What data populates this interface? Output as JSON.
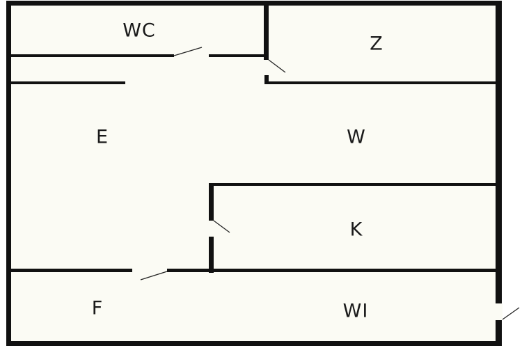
{
  "plan": {
    "background_color": "#ffffff",
    "floor_color": "#fbfbf4",
    "wall_color": "#111111",
    "rooms": [
      {
        "id": "wc",
        "label": "WC"
      },
      {
        "id": "z",
        "label": "Z"
      },
      {
        "id": "e",
        "label": "E"
      },
      {
        "id": "w",
        "label": "W"
      },
      {
        "id": "k",
        "label": "K"
      },
      {
        "id": "f",
        "label": "F"
      },
      {
        "id": "wi",
        "label": "WI"
      }
    ]
  }
}
